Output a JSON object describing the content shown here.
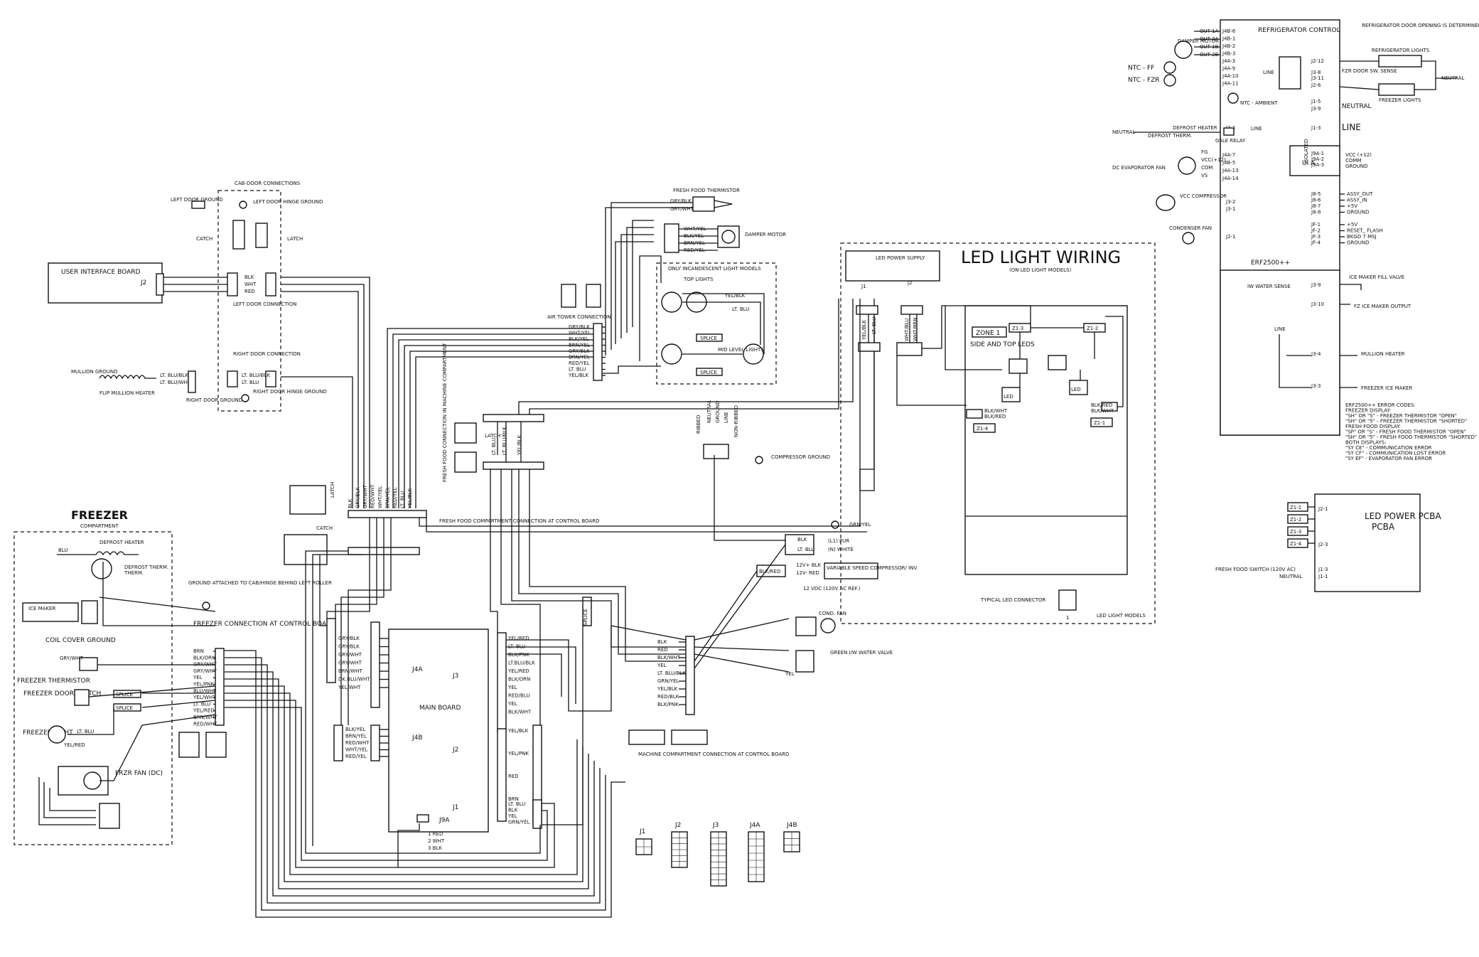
{
  "freezer": {
    "title": "FREEZER",
    "subtitle": "COMPARTMENT",
    "blu": "BLU",
    "defrost_heater": "DEFROST HEATER",
    "defrost_therm": "DEFROST THERM.",
    "ice_maker": "ICE MAKER",
    "coil_cover_ground": "COIL COVER GROUND",
    "freezer_thermistor": "FREEZER THERMISTOR",
    "freezer_door_switch": "FREEZER DOOR SWITCH",
    "freezer_light": "FREEZER LIGHT",
    "frzr_fan": "FRZR FAN (DC)",
    "splice": "SPLICE",
    "ground_attached": "GROUND ATTACHED TO CAB/HINGE BEHIND LEFT ROLLER",
    "freezer_conn": "FREEZER CONNECTION AT CONTROL BOARD",
    "conn_wires": [
      "BRN",
      "BLK/ORN",
      "GRY/WHT",
      "GRY/WHT",
      "YEL",
      "YEL/PNK",
      "BLU/WHT",
      "YEL/WHT",
      "LT. BLU",
      "YEL/RED",
      "BRN/WHT",
      "RED/WHT"
    ],
    "lt_blu": "LT. BLU",
    "yel_red": "YEL/RED",
    "gry_wht": "GRY/WHT"
  },
  "cab_door": {
    "title": "CAB-DOOR CONNECTIONS",
    "left_door_ground": "LEFT DOOR GROUND",
    "left_door_hinge_ground": "LEFT DOOR HINGE GROUND",
    "catch": "CATCH",
    "latch": "LATCH",
    "left_door_conn": "LEFT DOOR CONNECTION",
    "right_door_conn": "RIGHT DOOR CONNECTION",
    "right_door_ground": "RIGHT DOOR GROUND",
    "right_door_hinge_ground": "RIGHT DOOR HINGE GROUND",
    "blk": "BLK",
    "wht": "WHT",
    "red": "RED",
    "lt_blu_blk": "LT. BLU/BLK",
    "lt_blu": "LT. BLU",
    "lt_blu_wht": "LT. BLU/WHT",
    "flip_mullion_heater": "FLIP MULLION HEATER",
    "mullion_ground": "MULLION GROUND"
  },
  "ui_board": {
    "title": "USER INTERFACE BOARD",
    "j2": "J2"
  },
  "fresh_food": {
    "thermistor": "FRESH FOOD THERMISTOR",
    "gry_blk": "GRY/BLK",
    "gry_wht": "GRY/WHT",
    "damper_motor": "DAMPER MOTOR",
    "damper_wires": [
      "WHT/YEL",
      "BLK/YEL",
      "BRN/YEL",
      "RED/YEL"
    ],
    "air_tower": "AIR TOWER CONNECTION",
    "tower_wires": [
      "GRY/BLK",
      "WHT/YEL",
      "BLK/YEL",
      "BRN/YEL",
      "GRY/BLK",
      "BRN/YEL",
      "RED/YEL",
      "LT. BLU",
      "YEL/BLK"
    ],
    "incandescent": "ONLY INCANDESCENT LIGHT MODELS",
    "top_lights": "TOP LIGHTS",
    "yel_blk": "YEL/BLK",
    "lt_blu": "LT. BLU",
    "splice": "SPLICE",
    "mid_level": "MID LEVEL LIGHTS",
    "ff_conn_machine": "FRESH FOOD CONNECTION IN MACHINE COMPARTMENT",
    "latch": "LATCH",
    "ff_conn_control": "FRESH FOOD COMPARTMENT CONNECTION AT CONTROL BOARD",
    "ctrl_wires": [
      "BLK",
      "GRY/BLK",
      "GRY/WHT",
      "RED/WHT",
      "WHT/YEL",
      "BRN/YEL",
      "RED/YEL",
      "LT. BLU",
      "YEL/BLK"
    ],
    "catch": "CATCH"
  },
  "machine": {
    "ribbed": "RIBBED",
    "neutral": "NEUTRAL",
    "ground": "GROUND",
    "line": "LINE",
    "non_ribbed": "NON-RIBBED",
    "compressor_ground": "COMPRESSOR GROUND",
    "grn_yel": "GRN/YEL",
    "blk": "BLK",
    "lt_blu": "LT. BLU",
    "l1_pur": "(L1) PUR",
    "n_white": "(N) WHITE",
    "blk_red": "BLK/RED",
    "v12_blk": "12V+ BLK",
    "v12_red": "12V- RED",
    "variable_speed": "VARIABLE SPEED COMPRESSOR/ INV.",
    "vdc_note": "12 VDC (120V AC REF.)",
    "cond_fan": "COND. FAN",
    "green_iw": "GREEN I/W WATER VALVE",
    "yel": "YEL",
    "mc_conn": "MACHINE COMPARTMENT CONNECTION AT CONTROL BOARD",
    "side_wires": [
      "BLK",
      "RED",
      "BLK/WHT",
      "YEL",
      "LT. BLU/BLK",
      "GRN/YEL",
      "YEL/BLK",
      "RED/BLK",
      "BLK/PNK"
    ]
  },
  "main_board": {
    "title": "MAIN BOARD",
    "j4a": "J4A",
    "j4b": "J4B",
    "j3": "J3",
    "j2": "J2",
    "j1": "J1",
    "j9a": "J9A",
    "j4a_wires": [
      "GRY/BLK",
      "GRY/BLK",
      "GRY/WHT",
      "GRY/WHT",
      "BRN/WHT",
      "DK.BLU/WHT",
      "YEL/WHT"
    ],
    "j4b_wires": [
      "BLK/YEL",
      "BRN/YEL",
      "RED/WHT",
      "WHT/YEL",
      "RED/YEL"
    ],
    "j3_wires": [
      "YEL/RED",
      "LT. BLU",
      "BLK/PNK",
      "LT.BLU/BLK",
      "YEL/RED",
      "BLK/ORN",
      "YEL",
      "RED/BLU",
      "YEL",
      "BLK/WHT"
    ],
    "j2_wires": [
      "YEL/BLK",
      "YEL/PNK",
      "RED",
      "BRN"
    ],
    "j1_wires": [
      "LT. BLU",
      "BLK",
      "YEL",
      "GRN/YEL"
    ],
    "j9a_wires": [
      "1 RED",
      "2 WHT",
      "3 BLK"
    ],
    "split_label": "SPLICE"
  },
  "connectors": {
    "labels": [
      "J1",
      "J2",
      "J3",
      "J4A",
      "J4B"
    ]
  },
  "led_wiring": {
    "title": "LED LIGHT WIRING",
    "subtitle": "(ON LED LIGHT MODELS)",
    "supply": "LED POWER SUPPLY",
    "j1": "J1",
    "j2": "J2",
    "yel_blk": "YEL/BLK",
    "lt_blu": "LT. BLU",
    "wht_blu": "WHT/BLU",
    "wht_brn": "WHT/BRN",
    "zone1": "ZONE 1",
    "side_top": "SIDE AND TOP LEDS",
    "z1_1": "Z1-1",
    "z1_2": "Z1-2",
    "z1_3": "Z1-3",
    "z1_4": "Z1-4",
    "led": "LED",
    "blk_red": "BLK/RED",
    "blk_wht": "BLK/WHT",
    "typical": "TYPICAL LED CONNECTOR",
    "footer": "LED LIGHT MODELS",
    "one": "1"
  },
  "control": {
    "title": "REFRIGERATOR CONTROL",
    "note": "REFRIGERATOR DOOR OPENING IS DETERMINED BY MAGNETIC SWITCH ON USER INTERFACE",
    "damper_motor": "DAMPER MOTOR",
    "outs": [
      "OUT 1A",
      "OUT 2A",
      "OUT 1B",
      "OUT 2B"
    ],
    "left_pins": [
      "J4B-6",
      "J4B-1",
      "J4B-2",
      "J4B-3",
      "J4A-3",
      "J4A-9",
      "J4A-10",
      "J4A-11"
    ],
    "ntc_ff": "NTC - FF",
    "ntc_fzr": "NTC - FZR",
    "ntc_ambient": "NTC - AMBIENT",
    "line": "LINE",
    "j2_12": "J2-12",
    "j3_8": "J3-8",
    "j3_11": "J3-11",
    "j2_6": "J2-6",
    "fzr_door": "FZR DOOR SW. SENSE",
    "fridge_lights": "REFRIGERATOR LIGHTS",
    "freezer_lights": "FREEZER LIGHTS",
    "neutral": "NEUTRAL",
    "j1_5": "J1-5",
    "j3_9": "J3-9",
    "j2_1": "J2-1",
    "j1_3": "J1-3",
    "defrost_heater": "DEFROST HEATER",
    "defrost_therm": "DEFROST THERM.",
    "gsle_relay": "GSLE RELAY",
    "dc_evap_fan": "DC EVAPORATOR FAN",
    "fan_sigs": [
      "FG",
      "VCC(+12)",
      "COM",
      "VS"
    ],
    "fan_pins": [
      "J4A-7",
      "J4B-5",
      "J4A-13",
      "J4A-14"
    ],
    "ui_a": "UI A",
    "isolated": "ISOLATED",
    "ui_pins": [
      "J9A-1",
      "J9A-2",
      "J9A-3"
    ],
    "ui_sigs": [
      "VCC (+12)",
      "COMM",
      "GROUND"
    ],
    "vcc_compressor": "VCC COMPRESSOR",
    "j3_2": "J3-2",
    "j3_1": "J3-1",
    "j8_pins": [
      "J8-5",
      "J8-6",
      "J8-7",
      "J8-8"
    ],
    "j8_sigs": [
      "ASSY_OUT",
      "ASSY_IN",
      "+5V",
      "GROUND"
    ],
    "condenser_fan": "CONDENSER FAN",
    "j2_1b": "J2-1",
    "jf_pins": [
      "JF-1",
      "JF-2",
      "JF-3",
      "JF-4"
    ],
    "jf_sigs": [
      "+5V",
      "RESET_ FLASH",
      "BKGD 7 MSJ",
      "GROUND"
    ],
    "model": "ERF2500++",
    "iw_sense": "IW WATER SENSE",
    "ice_fill": "ICE MAKER FILL VALVE",
    "j3_10": "J3-10",
    "fz_ice_output": "FZ ICE MAKER OUTPUT",
    "j3_4": "J3-4",
    "mullion_heater": "MULLION HEATER",
    "j3_3": "J3-3",
    "freezer_ice": "FREEZER ICE MAKER",
    "errors": [
      "ERF2500++ ERROR CODES:",
      "FREEZER DISPLAY:",
      "\"SH\" OR \"S\" - FREEZER THERMISTOR \"OPEN\"",
      "\"SH\" OR \"5\" - FREEZER THERMISTOR \"SHORTED\"",
      "FRESH FOOD DISPLAY:",
      "\"SP\" OR \"S\" - FRESH FOOD THERMISTOR \"OPEN\"",
      "\"SH\" OR \"5\" - FRESH FOOD THERMISTOR \"SHORTED\"",
      "BOTH DISPLAYS:",
      "\"SY CE\" - COMMUNICATION ERROR",
      "\"SY CF\" - COMMUNICATION LOST ERROR",
      "\"SY EF\" - EVAPORATOR FAN ERROR"
    ]
  },
  "led_pcba": {
    "title": "LED POWER PCBA",
    "zones": [
      "Z1-1",
      "Z1-2",
      "Z1-3",
      "Z1-4"
    ],
    "j2_1": "J2-1",
    "j2_3": "J2-3",
    "ff_switch": "FRESH FOOD SWITCH (120V AC)",
    "neutral": "NEUTRAL",
    "j1_3": "J1-3",
    "j1_1": "J1-1"
  }
}
